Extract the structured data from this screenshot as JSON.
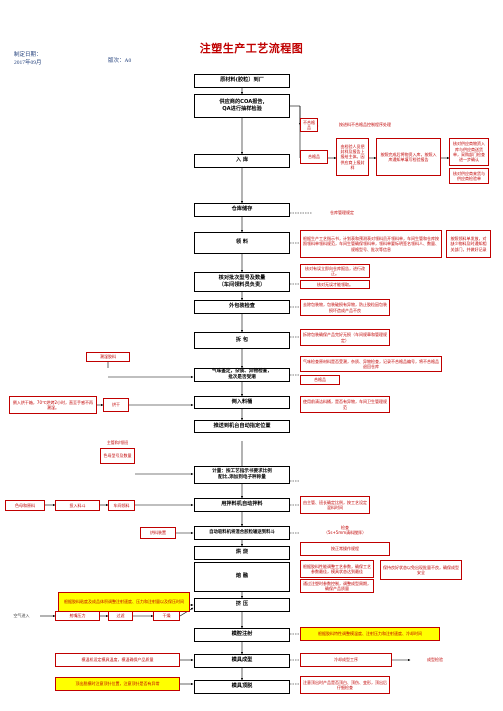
{
  "header": {
    "title": "注塑生产工艺流程图",
    "date_label": "制定日期：",
    "date_value": "2017年09月",
    "version": "版次：A0"
  },
  "main_steps": {
    "s1": "原材料(胶粒）到厂",
    "s2": "供应商的COA报告,\nQA进行抽样检验",
    "s3": "入  库",
    "s4": "仓库储存",
    "s5": "领  料",
    "s6": "核对批次型号及数量\n（车间领料员负责）",
    "s7": "外包装检查",
    "s8": "拆  包",
    "s9": "气味鉴定，杂质、异物检查，\n批次是否受潮",
    "s10": "倒入料桶",
    "s11": "推送到机台自动指定位置",
    "s12": "计量：按工艺指示书要求比例\n配比,添加到电子秤称量",
    "s13": "用拌料机自动拌料",
    "s14": "自动吸料机将混合胶粒输送到料斗",
    "s15": "烘  烧",
    "s16": "熔  融",
    "s17": "挤  压",
    "s18": "模腔注射",
    "s19": "模具成型",
    "s20": "模具顶脱"
  },
  "notes": {
    "unqualified": "不合格品",
    "unqualified_action": "按进料不合格品控制程序处理",
    "qualified": "合格品",
    "qualified_note": "由检验人员把封样及报告上报给主体。因供应商上报封样",
    "inbound_note": "按照完成后将物资入库，按照入库通知单填写检验报告",
    "inbound_note2": "核对供应商物资入库与供应商送货单，采购部门检查进一步确认",
    "spec_note": "核对供应商来货与供应商检验单",
    "warehouse_note": "仓库管理规定",
    "picking_note": "根据生产工艺指示书，计划表和预测表对领料员开领料单，车间生管和仓库按照领料单领料规范，车间生管确保领料单，领料单要标明签名领料人、数量、规格型号、批次等信息",
    "picking_note2": "按照领料单发放，对缺少物料及时通知相关部门，并做好记录",
    "verify_note1": "核对有误立即向仓库报告，进行改正。",
    "verify_note2": "核对无误才能领取。",
    "pack_note": "去除包装物，包装破损有异物，防止胶粒因包装损坏造成产品不良",
    "unpack_note": "拆除包装确保产品完好无损（车间规章和管理规定）",
    "smell_note1": "气味检查原材料是否受潮，杂质、异物检查，记录不合格品编号，将不合格品退回仓库",
    "qualified2": "合格品",
    "moisture_flag": "潮湿胶料",
    "dry_note": "倒入烘干箱，70℃烘烤2小时，直至手感不再潮湿。",
    "dry_box": "烘干",
    "bucket_note": "使用前清洁料桶，是否有异物，车间卫生管理规范",
    "cart_label1": "主管和/领班",
    "cart_label2": "色母型号及数量",
    "mix_left1": "色母和原料",
    "mix_left2": "投入料斗",
    "mix_left3": "车间领料",
    "mix_note": "由主管、班长确定比例，按工艺设定混料时间",
    "feed_note": "检查\n（5s+5mm清料搅拌）",
    "oven_left": "烘料装置",
    "oven_note": "按正常操作规程",
    "melt_note1": "根据胶料性能调整工艺参数，确保工艺参数最佳，模具状态达到最佳",
    "melt_note2": "通过注塑时参数控制，调整成型周期，确保产品质量",
    "melt_note3": "保持良好状态以免出现批量不良，确保成型安全",
    "extrude_left": "根据胶料粘度及成品体积调整注射速度、压力和注射量以及保压时间",
    "air_left": "空气进入",
    "air_b1": "射嘴压力",
    "air_b2": "过滤",
    "air_b3": "干燥",
    "inject_note": "根据胶料特性调整模温度、注射压力和注射速度、冷却时间",
    "mold_left": "模温机设定模具温度，模温确保产品质量",
    "mold_note": "冷却成型工序",
    "mold_note2": "成型检验",
    "eject_left": "顶出脱模时注意顶针位置，注意顶针是否有异常",
    "eject_note": "注意顶出时产品是否顶白、顶伤、变形，顶出后仔细检查"
  }
}
